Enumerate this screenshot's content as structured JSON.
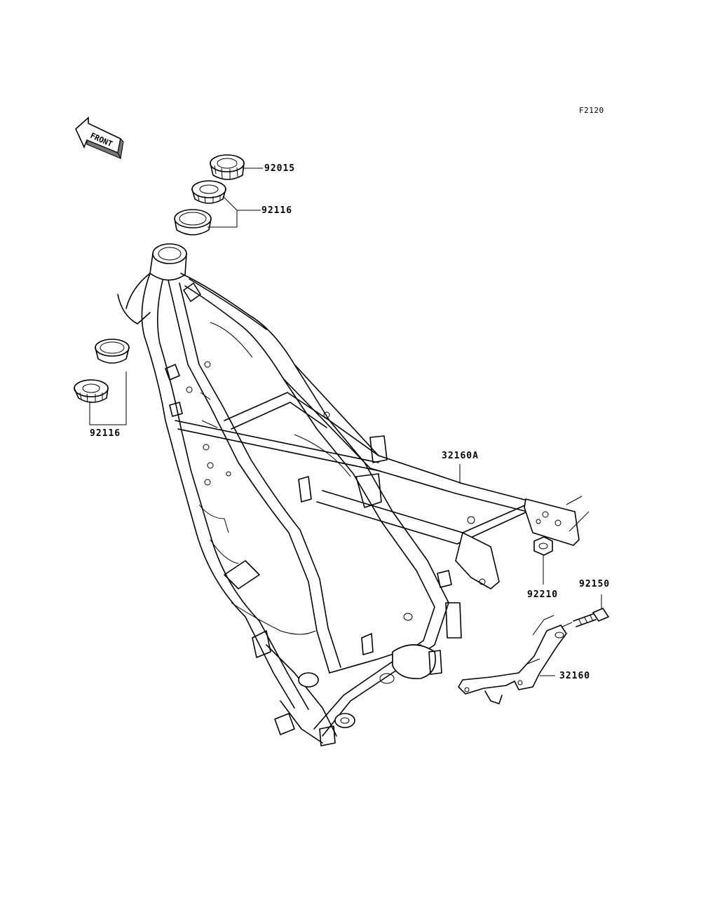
{
  "figure_id": "F2120",
  "front_label": "FRONT",
  "parts": [
    {
      "number": "92015"
    },
    {
      "number": "92116"
    },
    {
      "number": "92116"
    },
    {
      "number": "32160A"
    },
    {
      "number": "92210"
    },
    {
      "number": "92150"
    },
    {
      "number": "32160"
    }
  ]
}
